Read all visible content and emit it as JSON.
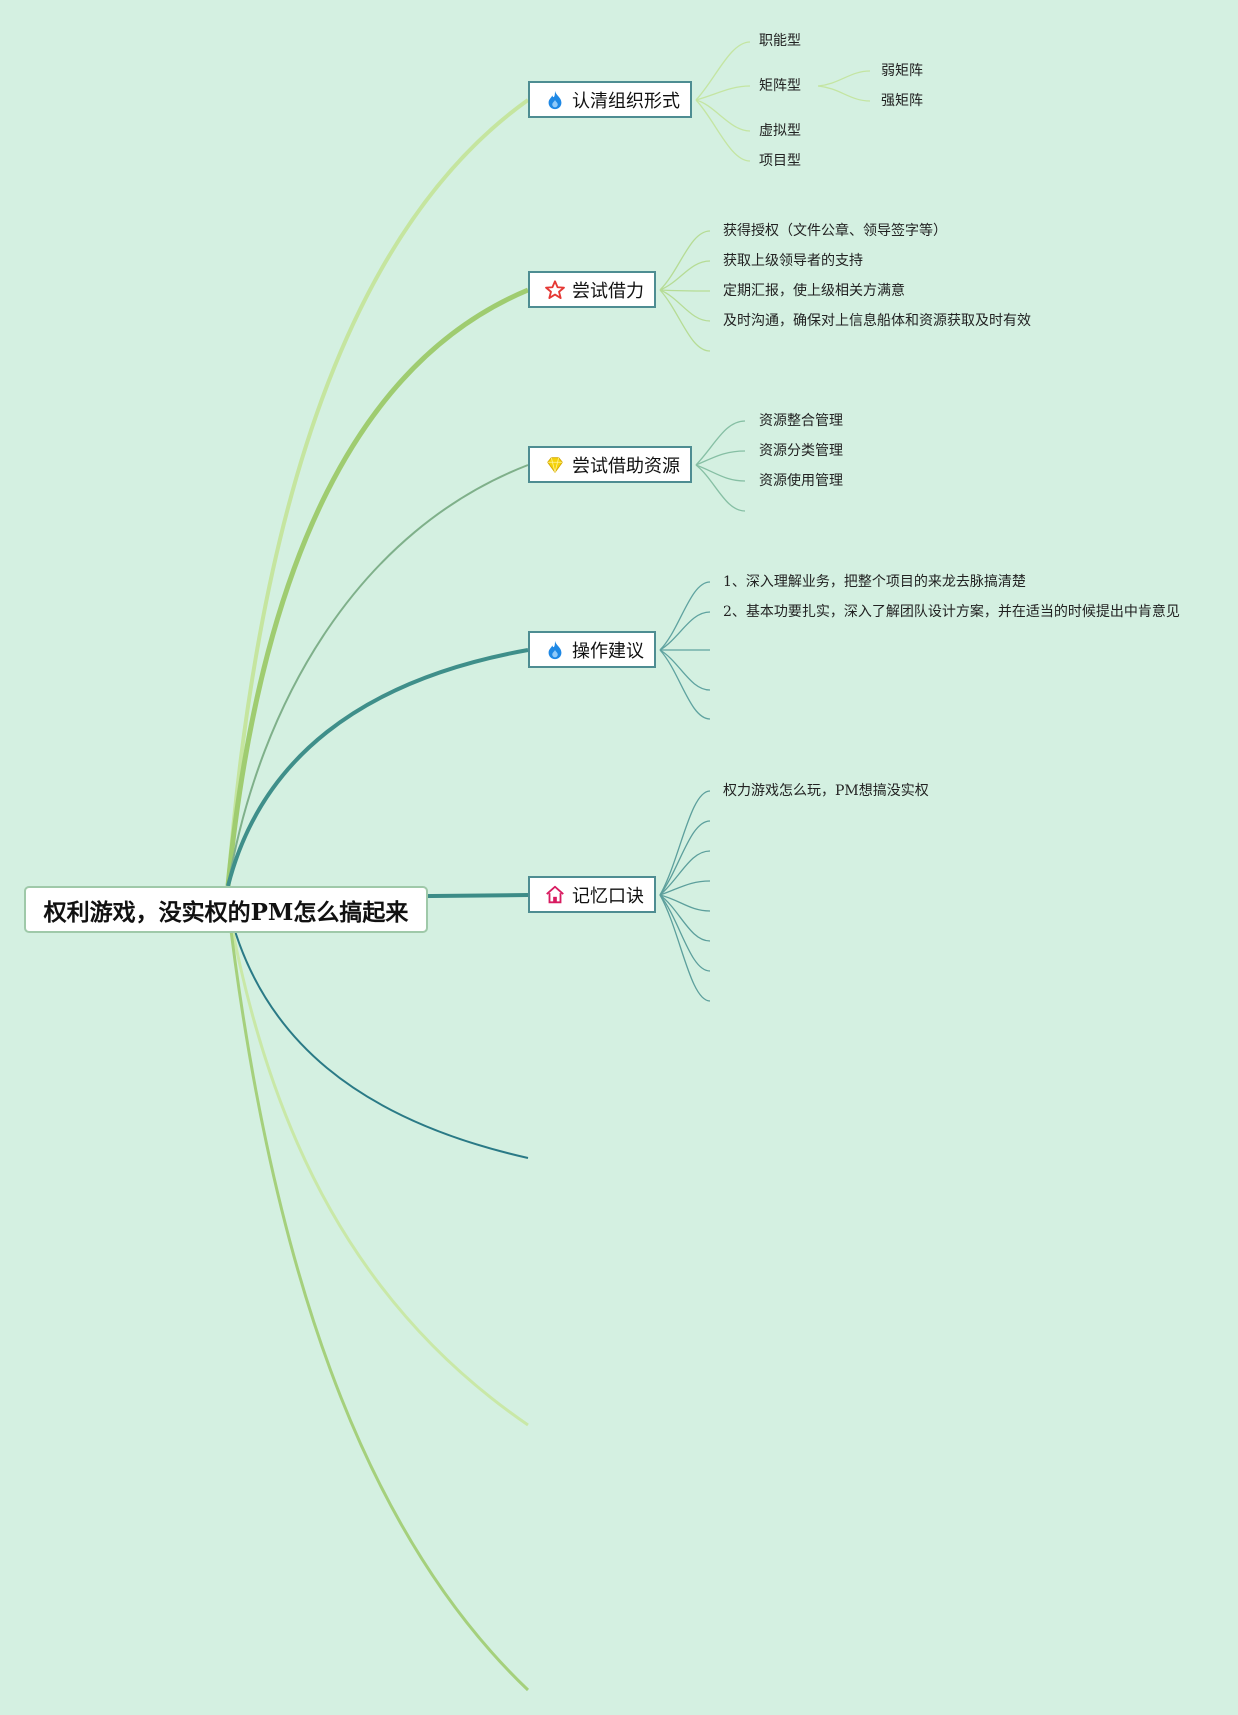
{
  "root": {
    "title": "权利游戏，没实权的PM怎么搞起来"
  },
  "branches": [
    {
      "label": "认清组织形式",
      "icon": "fire-icon",
      "children": [
        {
          "label": "职能型"
        },
        {
          "label": "矩阵型",
          "children": [
            {
              "label": "弱矩阵"
            },
            {
              "label": "强矩阵"
            }
          ]
        },
        {
          "label": "虚拟型"
        },
        {
          "label": "项目型"
        }
      ]
    },
    {
      "label": "尝试借力",
      "icon": "star-icon",
      "children": [
        {
          "label": "获得授权（文件公章、领导签字等）"
        },
        {
          "label": "获取上级领导者的支持"
        },
        {
          "label": "定期汇报，使上级相关方满意"
        },
        {
          "label": "及时沟通，确保对上信息船体和资源获取及时有效"
        }
      ]
    },
    {
      "label": "尝试借助资源",
      "icon": "diamond-icon",
      "children": [
        {
          "label": "资源整合管理"
        },
        {
          "label": "资源分类管理"
        },
        {
          "label": "资源使用管理"
        }
      ]
    },
    {
      "label": "操作建议",
      "icon": "fire-icon",
      "children": [
        {
          "label": "1、深入理解业务，把整个项目的来龙去脉搞清楚"
        },
        {
          "label": "2、基本功要扎实，深入了解团队设计方案，并在适当的时候提出中肯意见"
        }
      ]
    },
    {
      "label": "记忆口诀",
      "icon": "house-icon",
      "children": [
        {
          "label": "权力游戏怎么玩，PM想搞没实权"
        }
      ]
    }
  ],
  "colors": {
    "background": "#d4f0e1",
    "branch_border": "#4e8d92",
    "fire_icon": "#1e88e5",
    "star_icon": "#e53935",
    "diamond_icon": "#f5d20a",
    "house_icon": "#d81b60"
  }
}
